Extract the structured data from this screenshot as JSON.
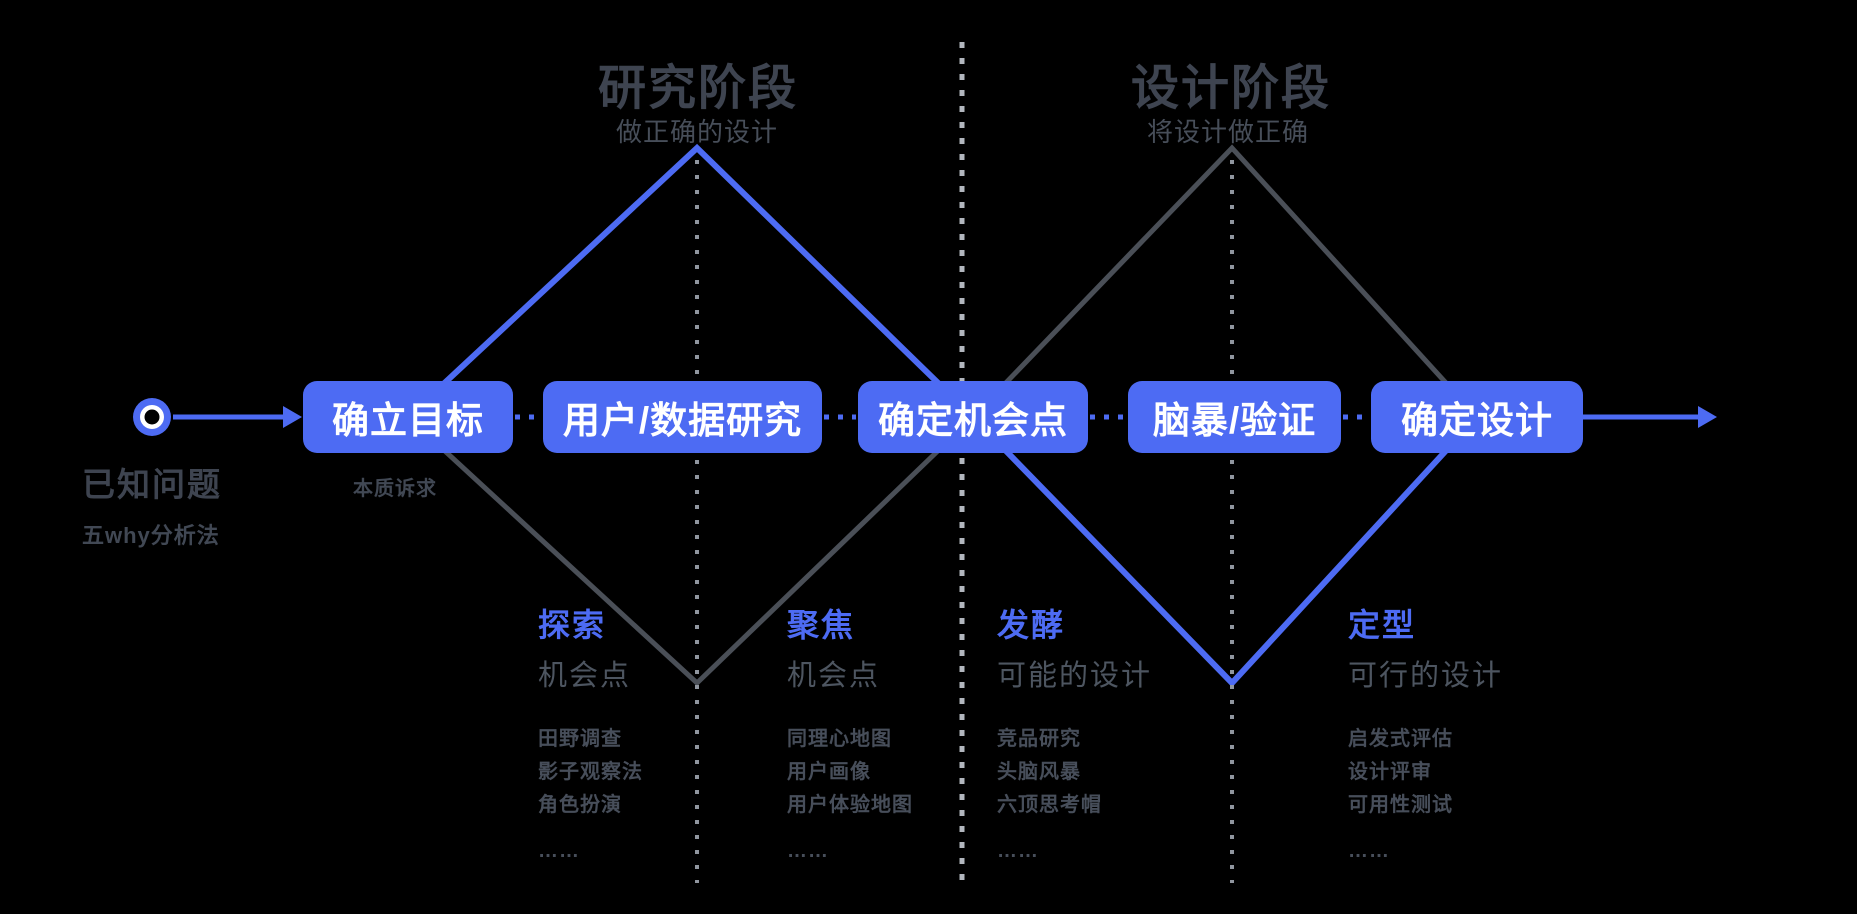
{
  "diagram": {
    "kind": "double-diamond-design-process",
    "background": "#000000"
  },
  "colors": {
    "accent_blue": "#4D6BF3",
    "diamond_grey": "#4A4F57",
    "title_grey": "#3E4450",
    "subtitle_grey": "#474E59",
    "stage_subtitle_grey": "#4D5560",
    "list_grey": "#474E5A",
    "side_dotted": "#90969F",
    "divider_dotted": "#B2B7BE",
    "pill_text": "#FFFFFF"
  },
  "icons": {
    "start_node": "record-dot-icon",
    "flow_start_arrow": "arrow-right-icon",
    "flow_end_arrow": "arrow-right-icon"
  },
  "phases": [
    {
      "title": "研究阶段",
      "subtitle": "做正确的设计"
    },
    {
      "title": "设计阶段",
      "subtitle": "将设计做正确"
    }
  ],
  "start": {
    "label": "已知问题",
    "method": "五why分析法"
  },
  "steps": [
    {
      "label": "确立目标",
      "note": "本质诉求"
    },
    {
      "label": "用户/数据研究"
    },
    {
      "label": "确定机会点"
    },
    {
      "label": "脑暴/验证"
    },
    {
      "label": "确定设计"
    }
  ],
  "stages": [
    {
      "title": "探索",
      "subtitle": "机会点",
      "items": [
        "田野调查",
        "影子观察法",
        "角色扮演",
        "……"
      ]
    },
    {
      "title": "聚焦",
      "subtitle": "机会点",
      "items": [
        "同理心地图",
        "用户画像",
        "用户体验地图",
        "……"
      ]
    },
    {
      "title": "发酵",
      "subtitle": "可能的设计",
      "items": [
        "竞品研究",
        "头脑风暴",
        "六顶思考帽",
        "……"
      ]
    },
    {
      "title": "定型",
      "subtitle": "可行的设计",
      "items": [
        "启发式评估",
        "设计评审",
        "可用性测试",
        "……"
      ]
    }
  ]
}
